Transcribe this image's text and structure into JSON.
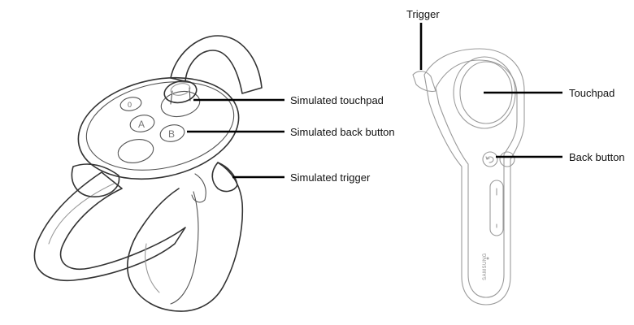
{
  "left_controller": {
    "labels": {
      "touchpad": "Simulated touchpad",
      "back_button": "Simulated back button",
      "trigger": "Simulated trigger"
    },
    "button_glyphs": {
      "a": "A",
      "b": "B",
      "small": "0"
    }
  },
  "right_controller": {
    "labels": {
      "trigger": "Trigger",
      "touchpad": "Touchpad",
      "back_button": "Back button"
    },
    "brand": "SAMSUNG"
  }
}
